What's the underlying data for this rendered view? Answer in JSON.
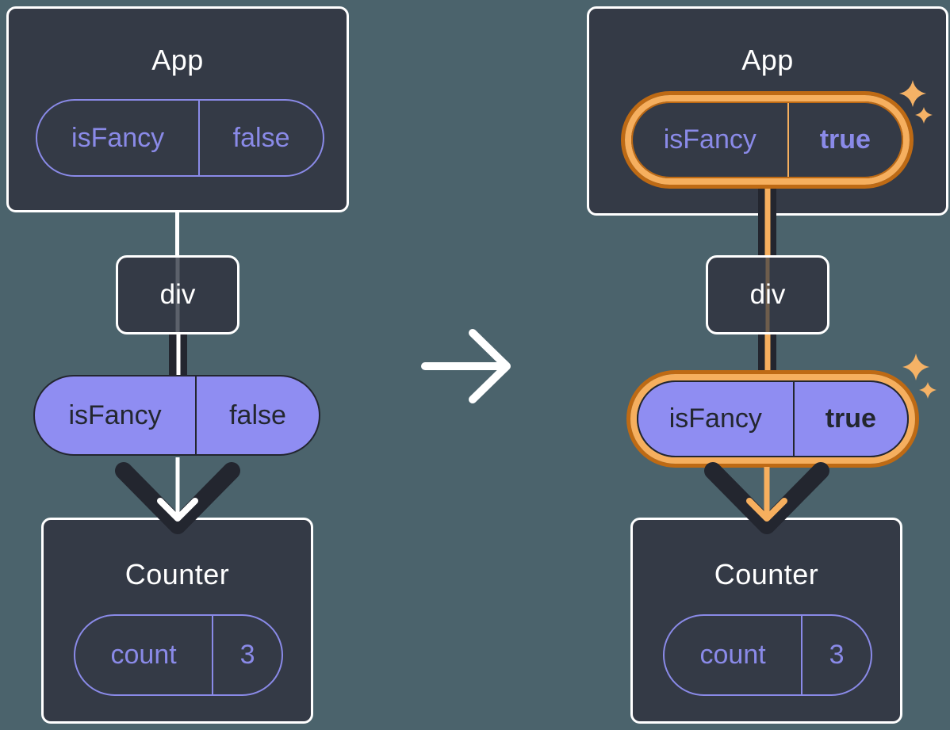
{
  "colors": {
    "background": "#4B636C",
    "card": "#343A46",
    "card_border": "#FFFFFF",
    "purple": "#8A8AE8",
    "purple_fill": "#8F8DF2",
    "dark": "#23262F",
    "text_dark": "#23272F",
    "text_white": "#FFFFFF",
    "orange_dark": "#BE6A14",
    "orange_light": "#F6AF5E",
    "sparkle": "#F5B266"
  },
  "before": {
    "app": {
      "title": "App",
      "prop_name": "isFancy",
      "prop_value": "false"
    },
    "middle": {
      "label": "div"
    },
    "passed_prop": {
      "name": "isFancy",
      "value": "false"
    },
    "counter": {
      "title": "Counter",
      "state_name": "count",
      "state_value": "3"
    }
  },
  "after": {
    "app": {
      "title": "App",
      "prop_name": "isFancy",
      "prop_value": "true"
    },
    "middle": {
      "label": "div"
    },
    "passed_prop": {
      "name": "isFancy",
      "value": "true"
    },
    "counter": {
      "title": "Counter",
      "state_name": "count",
      "state_value": "3"
    }
  }
}
